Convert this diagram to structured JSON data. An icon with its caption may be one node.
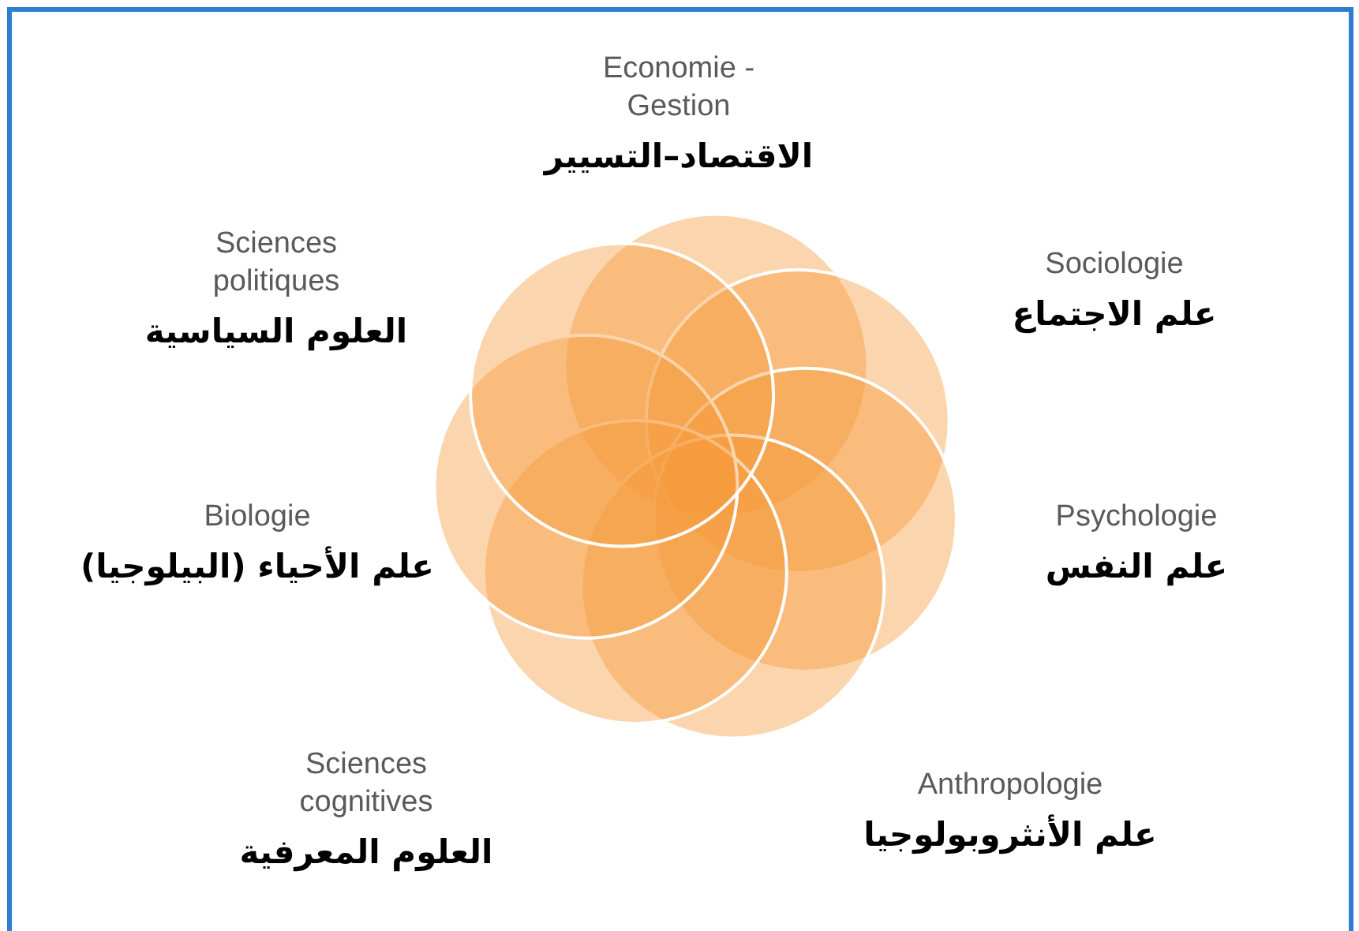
{
  "diagram": {
    "nodes": [
      {
        "text": [
          "Economie - Gestion",
          "الاقتصاد–التسيير"
        ]
      },
      {
        "text": [
          "Sciences politiques",
          "العلوم السياسية"
        ]
      },
      {
        "text": [
          "Sociologie",
          "علم الاجتماع"
        ]
      },
      {
        "text": [
          "Biologie",
          "علم الأحياء (البيلوجيا)"
        ]
      },
      {
        "text": [
          "Psychologie",
          "علم النفس"
        ]
      },
      {
        "text": [
          "Sciences cognitives",
          "العلوم المعرفية"
        ]
      },
      {
        "text": [
          "Anthropologie",
          "علم الأنثروبولوجيا"
        ]
      }
    ]
  }
}
